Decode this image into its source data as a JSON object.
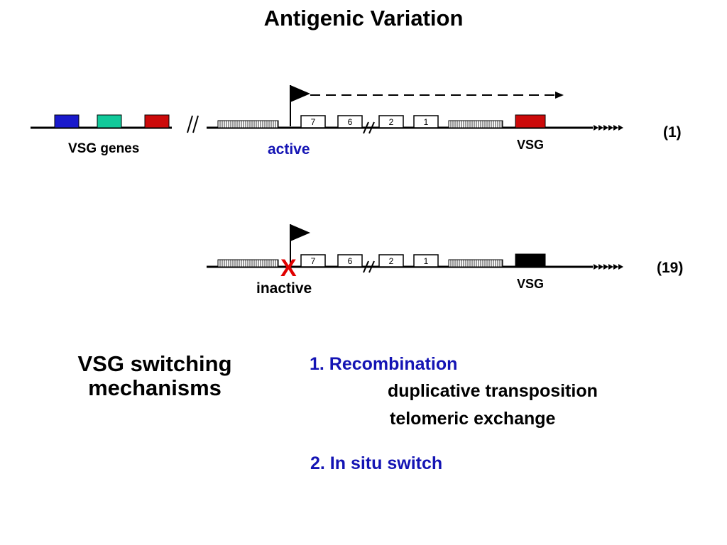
{
  "title": "Antigenic Variation",
  "row1": {
    "vsg_genes_label": "VSG genes",
    "promoter_state": "active",
    "vsg_label": "VSG",
    "copy_count": "(1)",
    "exons": [
      "7",
      "6",
      "2",
      "1"
    ],
    "gene_colors": [
      "#1a1acc",
      "#11c99a",
      "#cc0a0a"
    ],
    "expressed_vsg_color": "#cc0a0a"
  },
  "row2": {
    "promoter_state": "inactive",
    "block_mark": "X",
    "vsg_label": "VSG",
    "copy_count": "(19)",
    "exons": [
      "7",
      "6",
      "2",
      "1"
    ],
    "expressed_vsg_color": "#000000"
  },
  "mechanisms": {
    "heading": "VSG switching mechanisms",
    "item1": "1. Recombination",
    "item1_sub1": "duplicative transposition",
    "item1_sub2": "telomeric exchange",
    "item2": "2. In situ switch"
  },
  "colors": {
    "accent_blue": "#1414b4",
    "block_red": "#e00000"
  }
}
